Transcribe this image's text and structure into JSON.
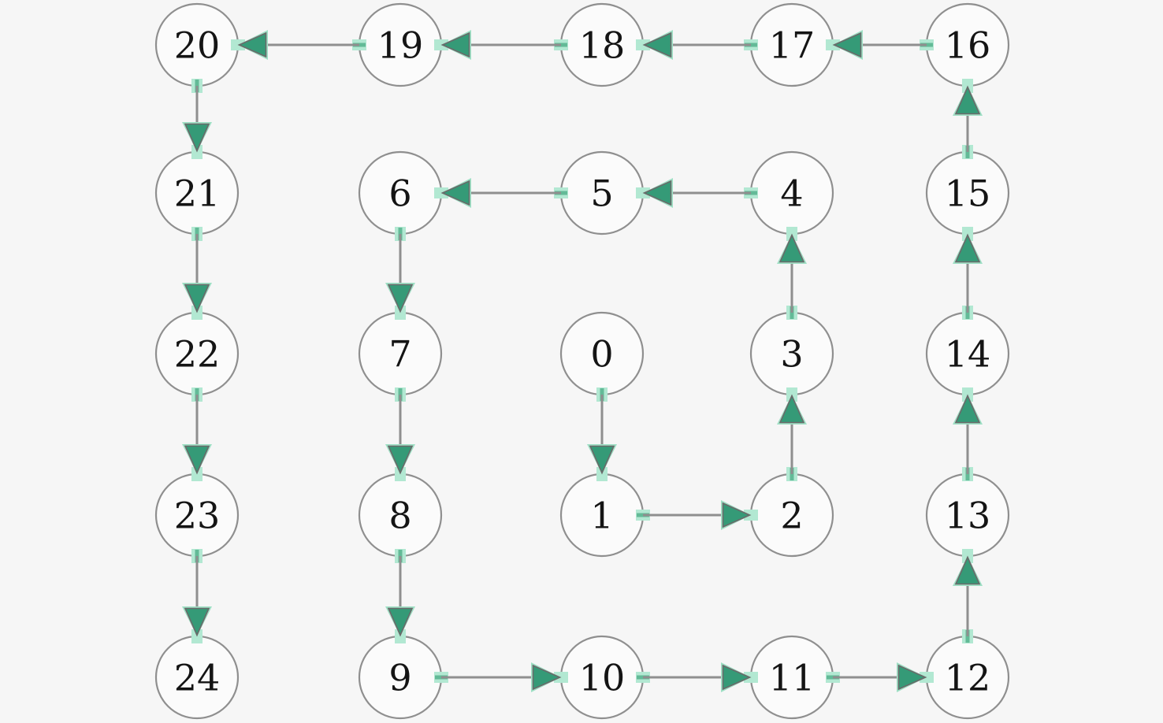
{
  "diagram": {
    "type": "directed-graph",
    "description": "Spiral path graph of 25 numbered nodes laid out on a 5x5 grid; each node i points to node i+1 (0 through 24).",
    "background": "#f6f6f6",
    "node_style": {
      "radius": 52,
      "fill": "#fbfbfb",
      "stroke": "#8f8f8f",
      "stroke_width": 2.2,
      "text_color": "#141414",
      "font_size": 46
    },
    "edge_style": {
      "line_color": "#8f8f8f",
      "line_width": 3,
      "arrow_fill": "#359a77",
      "arrow_outline": "#6a6a6a",
      "arrow_back_fill": "#9fe0c5",
      "port_fill": "#b2e8d2",
      "port_core": "#63ba97",
      "arrow_length": 34,
      "arrow_half_width": 15,
      "arrow_back_length": 38,
      "arrow_back_half_width": 19
    },
    "columns_x": [
      250,
      508,
      764,
      1005,
      1228
    ],
    "rows_y": [
      57,
      245,
      449,
      654,
      860
    ],
    "nodes": [
      {
        "id": "0",
        "label": "0",
        "col": 2,
        "row": 2
      },
      {
        "id": "1",
        "label": "1",
        "col": 2,
        "row": 3
      },
      {
        "id": "2",
        "label": "2",
        "col": 3,
        "row": 3
      },
      {
        "id": "3",
        "label": "3",
        "col": 3,
        "row": 2
      },
      {
        "id": "4",
        "label": "4",
        "col": 3,
        "row": 1
      },
      {
        "id": "5",
        "label": "5",
        "col": 2,
        "row": 1
      },
      {
        "id": "6",
        "label": "6",
        "col": 1,
        "row": 1
      },
      {
        "id": "7",
        "label": "7",
        "col": 1,
        "row": 2
      },
      {
        "id": "8",
        "label": "8",
        "col": 1,
        "row": 3
      },
      {
        "id": "9",
        "label": "9",
        "col": 1,
        "row": 4
      },
      {
        "id": "10",
        "label": "10",
        "col": 2,
        "row": 4
      },
      {
        "id": "11",
        "label": "11",
        "col": 3,
        "row": 4
      },
      {
        "id": "12",
        "label": "12",
        "col": 4,
        "row": 4
      },
      {
        "id": "13",
        "label": "13",
        "col": 4,
        "row": 3
      },
      {
        "id": "14",
        "label": "14",
        "col": 4,
        "row": 2
      },
      {
        "id": "15",
        "label": "15",
        "col": 4,
        "row": 1
      },
      {
        "id": "16",
        "label": "16",
        "col": 4,
        "row": 0
      },
      {
        "id": "17",
        "label": "17",
        "col": 3,
        "row": 0
      },
      {
        "id": "18",
        "label": "18",
        "col": 2,
        "row": 0
      },
      {
        "id": "19",
        "label": "19",
        "col": 1,
        "row": 0
      },
      {
        "id": "20",
        "label": "20",
        "col": 0,
        "row": 0
      },
      {
        "id": "21",
        "label": "21",
        "col": 0,
        "row": 1
      },
      {
        "id": "22",
        "label": "22",
        "col": 0,
        "row": 2
      },
      {
        "id": "23",
        "label": "23",
        "col": 0,
        "row": 3
      },
      {
        "id": "24",
        "label": "24",
        "col": 0,
        "row": 4
      }
    ],
    "edges": [
      {
        "from": "0",
        "to": "1"
      },
      {
        "from": "1",
        "to": "2"
      },
      {
        "from": "2",
        "to": "3"
      },
      {
        "from": "3",
        "to": "4"
      },
      {
        "from": "4",
        "to": "5"
      },
      {
        "from": "5",
        "to": "6"
      },
      {
        "from": "6",
        "to": "7"
      },
      {
        "from": "7",
        "to": "8"
      },
      {
        "from": "8",
        "to": "9"
      },
      {
        "from": "9",
        "to": "10"
      },
      {
        "from": "10",
        "to": "11"
      },
      {
        "from": "11",
        "to": "12"
      },
      {
        "from": "12",
        "to": "13"
      },
      {
        "from": "13",
        "to": "14"
      },
      {
        "from": "14",
        "to": "15"
      },
      {
        "from": "15",
        "to": "16"
      },
      {
        "from": "16",
        "to": "17"
      },
      {
        "from": "17",
        "to": "18"
      },
      {
        "from": "18",
        "to": "19"
      },
      {
        "from": "19",
        "to": "20"
      },
      {
        "from": "20",
        "to": "21"
      },
      {
        "from": "21",
        "to": "22"
      },
      {
        "from": "22",
        "to": "23"
      },
      {
        "from": "23",
        "to": "24"
      }
    ]
  }
}
